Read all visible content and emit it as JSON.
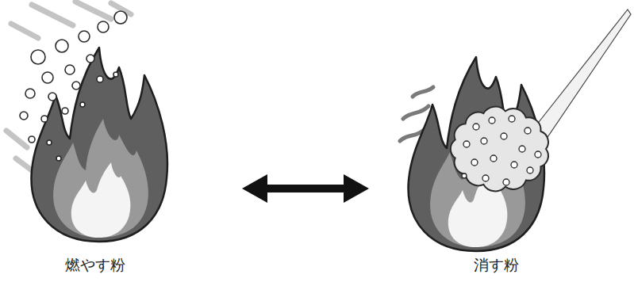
{
  "diagram": {
    "nodes": [
      {
        "text": [
          "燃やす粉"
        ]
      },
      {
        "text": [
          "消す粉"
        ]
      }
    ],
    "edges": [
      {
        "from": 0,
        "to": 1,
        "arrow": "both"
      }
    ]
  }
}
